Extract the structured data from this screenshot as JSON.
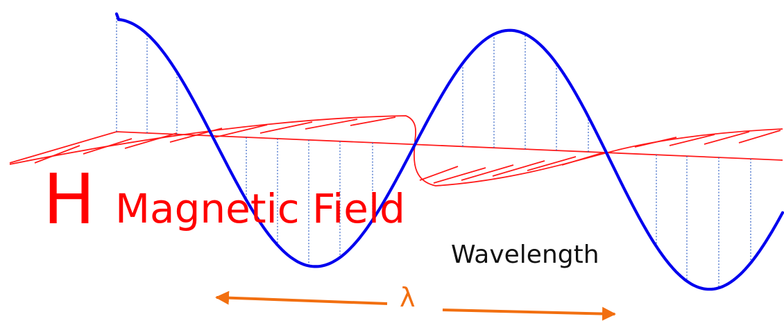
{
  "labels": {
    "h_letter": "H",
    "h_name": "Magnetic Field",
    "wavelength": "Wavelength",
    "lambda": "λ"
  },
  "colors": {
    "electric_wave": "#0000ee",
    "magnetic_wave": "#ff1a1a",
    "label_red": "#ff0000",
    "arrow": "#f26f10",
    "text_dark": "#111111"
  }
}
